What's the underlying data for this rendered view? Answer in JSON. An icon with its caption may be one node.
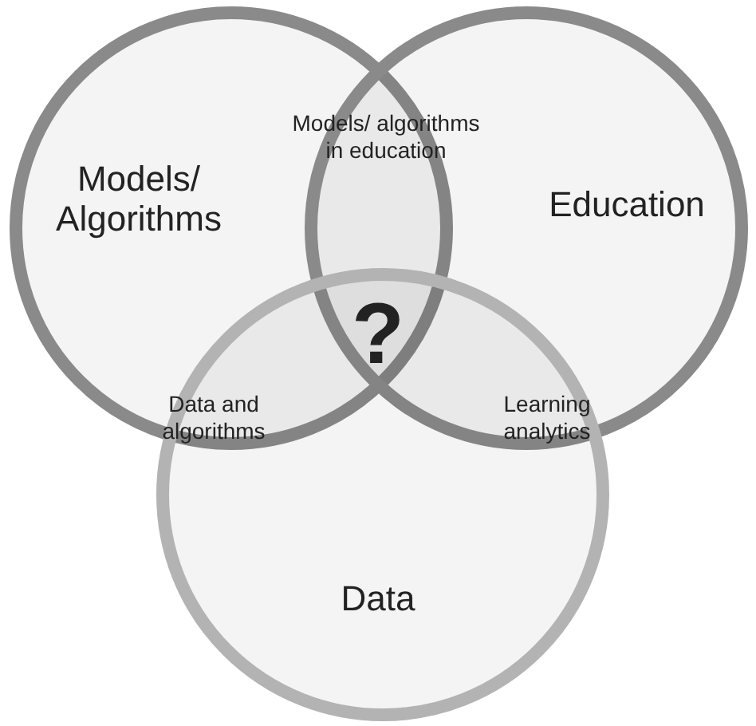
{
  "diagram": {
    "nodes": [
      {
        "text": [
          "Models/ Algorithms"
        ]
      },
      {
        "text": [
          "Education"
        ]
      },
      {
        "text": [
          "Data"
        ]
      }
    ],
    "edges": [],
    "labels": [
      "Models/ algorithms in education",
      "?",
      "Data and algorithms",
      "Learning analytics"
    ]
  }
}
